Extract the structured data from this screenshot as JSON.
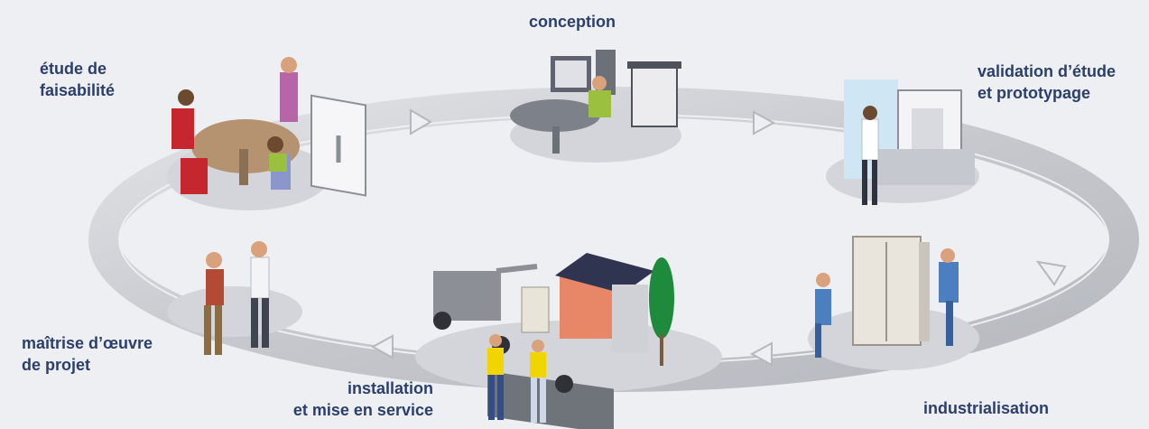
{
  "stages": {
    "conception": "conception",
    "etude_line1": "étude de",
    "etude_line2": "faisabilité",
    "validation_line1": "validation d’étude",
    "validation_line2": "et prototypage",
    "maitrise_line1": "maîtrise d’œuvre",
    "maitrise_line2": "de  projet",
    "installation_line1": "installation",
    "installation_line2": "et mise en service",
    "industrialisation": "industrialisation"
  },
  "colors": {
    "background": "#eeeff3",
    "label": "#2b3f6b",
    "ring": "#cfd1d6",
    "ring_dark": "#a9acb3"
  }
}
